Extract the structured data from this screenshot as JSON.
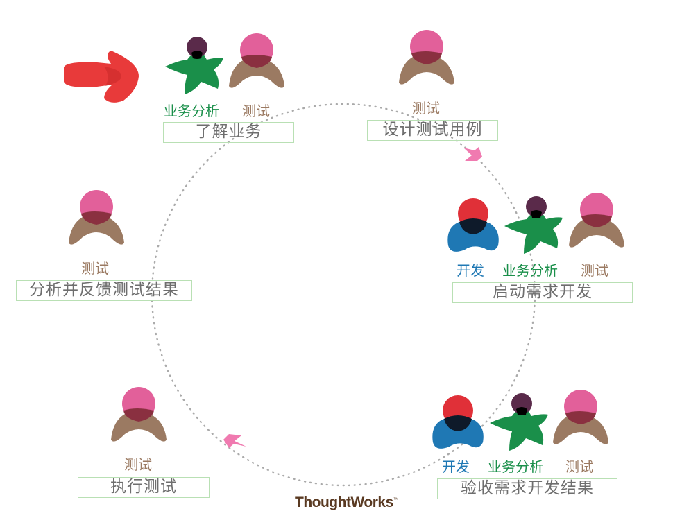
{
  "roles": {
    "tester": "测试",
    "business_analyst": "业务分析",
    "developer": "开发"
  },
  "steps": [
    {
      "id": "understand",
      "label": "了解业务"
    },
    {
      "id": "design",
      "label": "设计测试用例"
    },
    {
      "id": "kickoff",
      "label": "启动需求开发"
    },
    {
      "id": "accept",
      "label": "验收需求开发结果"
    },
    {
      "id": "execute",
      "label": "执行测试"
    },
    {
      "id": "analyze",
      "label": "分析并反馈测试结果"
    }
  ],
  "logo": "ThoughtWorks",
  "colors": {
    "tester_head": "#e2609a",
    "tester_body": "#9b7a62",
    "ba_body": "#1a8f4a",
    "ba_head": "#5a2a4a",
    "dev_body": "#1f78b4",
    "dev_head": "#e03038",
    "start_arrow": "#e83a3a",
    "flow_arrow": "#f07ab0",
    "box_border": "#b9e0b4",
    "cycle_dots": "#aaaaaa"
  }
}
